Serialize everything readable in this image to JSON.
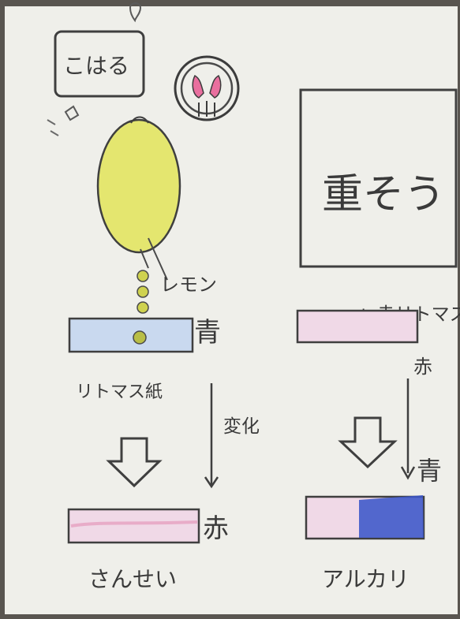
{
  "left_panel": {
    "name_tag": "こはる",
    "lemon_label": "レモン",
    "paper_top_label": "リトマス紙",
    "top_color": "青",
    "change_label": "変化",
    "bottom_color": "赤",
    "result_label": "さんせい"
  },
  "right_panel": {
    "box_text": "重そう",
    "plus_label": "+ 赤リトマス紙",
    "top_color": "赤",
    "bottom_color": "青",
    "result_label": "アルカリ"
  },
  "colors": {
    "paper": "#efefea",
    "lemon": "#e4e66f",
    "pink": "#e28db4",
    "blue": "#3b57c9",
    "ink": "#404040"
  }
}
